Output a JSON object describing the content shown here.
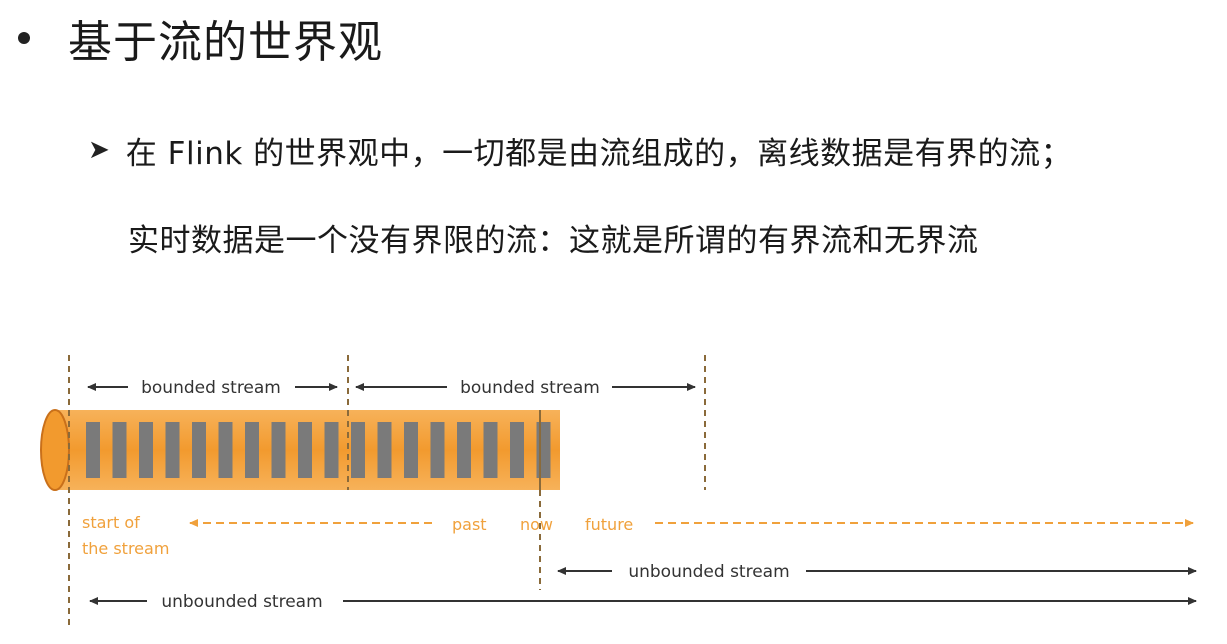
{
  "heading": "基于流的世界观",
  "point": {
    "line1": "在 Flink 的世界观中，一切都是由流组成的，离线数据是有界的流；",
    "line2": "实时数据是一个没有界限的流：这就是所谓的有界流和无界流"
  },
  "diagram": {
    "bounded_label_1": "bounded stream",
    "bounded_label_2": "bounded stream",
    "start_label_1": "start of",
    "start_label_2": "the stream",
    "past_label": "past",
    "now_label": "now",
    "future_label": "future",
    "unbounded_label_1": "unbounded stream",
    "unbounded_label_2": "unbounded stream",
    "colors": {
      "stream": "#f5a23a",
      "stream_edge": "#c9701a",
      "slot": "#7a7a7a",
      "dashed_orange": "#f0a13c",
      "marker": "#8a6a3a"
    }
  }
}
